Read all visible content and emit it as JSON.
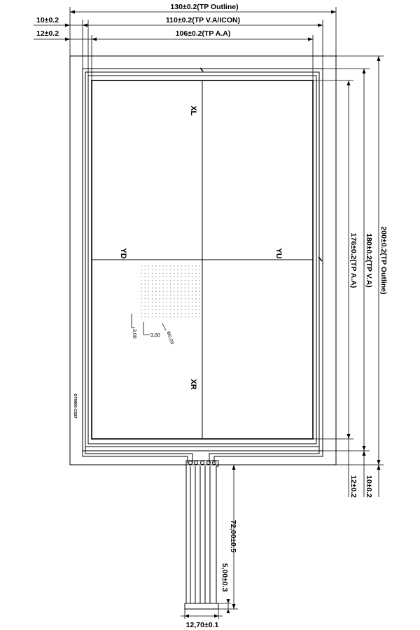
{
  "dimensions": {
    "outline_width": "130±0.2(TP Outline)",
    "va_icon_width": "110±0.2(TP V.A/ICON)",
    "aa_width": "106±0.2(TP A.A)",
    "left_offset_outer": "10±0.2",
    "left_offset_inner": "12±0.2",
    "outline_height": "200±0.2(TP Outline)",
    "va_height": "180±0.2(TP V.A)",
    "aa_height": "176±0.2(TP A.A)",
    "bottom_offset_outer": "10±0.2",
    "bottom_offset_inner": "12±0.2",
    "tail_length": "72,00±0.5",
    "tail_segment": "5,00±0.3",
    "tail_width": "12,70±0.1"
  },
  "electrodes": {
    "xl": "XL",
    "xr": "XR",
    "yu": "YU",
    "yd": "YD"
  },
  "dot_detail": {
    "pitch_v": "3,00",
    "pitch_h": "3,00",
    "dot_dia": "Φ0,03"
  },
  "part_code": "GT0800-CS27"
}
